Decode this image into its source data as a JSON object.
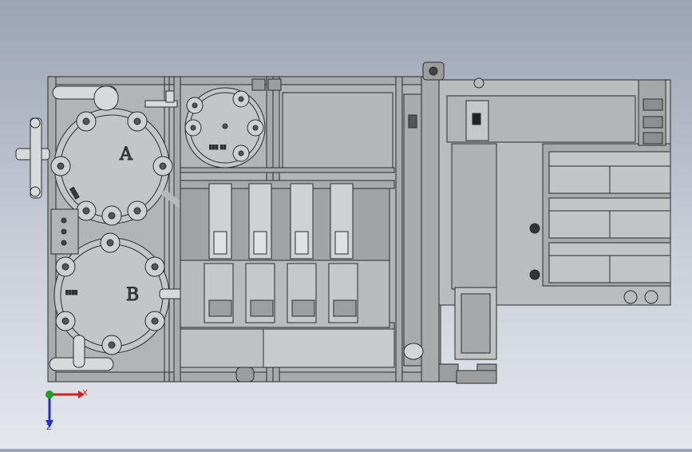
{
  "viewport": {
    "background_top": "#9aa4b4",
    "background_bottom": "#e4e7ec"
  },
  "model": {
    "tank_a_label": "A",
    "tank_b_label": "B",
    "tank_a_small_text": "▮▮▮▮",
    "tank_b_small_text": "▮▮▮▮",
    "small_tank_text": "▮▮▮ ▮▮",
    "line_color": "#2b2b2b",
    "panel_fill": "#b9babc",
    "tank_fill": "#c4c5c7"
  },
  "triad": {
    "x_label": "X",
    "z_label": "Z",
    "x_color": "#d22020",
    "y_color": "#20a020",
    "z_color": "#1f2fd0"
  }
}
